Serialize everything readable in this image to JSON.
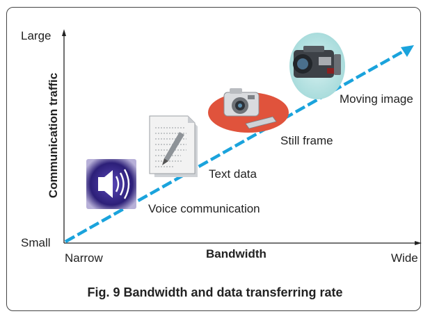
{
  "diagram": {
    "y_axis": {
      "label": "Communication traffic",
      "top_label": "Large",
      "bottom_label": "Small"
    },
    "x_axis": {
      "label": "Bandwidth",
      "left_label": "Narrow",
      "right_label": "Wide"
    },
    "items": [
      {
        "label": "Voice communication",
        "icon": "speaker-icon"
      },
      {
        "label": "Text data",
        "icon": "document-pen-icon"
      },
      {
        "label": "Still frame",
        "icon": "camera-icon"
      },
      {
        "label": "Moving image",
        "icon": "video-camera-icon"
      }
    ],
    "caption": "Fig. 9 Bandwidth and data transferring rate",
    "colors": {
      "trend_line": "#1aa3dc",
      "speaker_bg": "#3b2a8c",
      "still_frame_bg": "#e0533c",
      "moving_image_bg": "#bfe6e6"
    }
  }
}
